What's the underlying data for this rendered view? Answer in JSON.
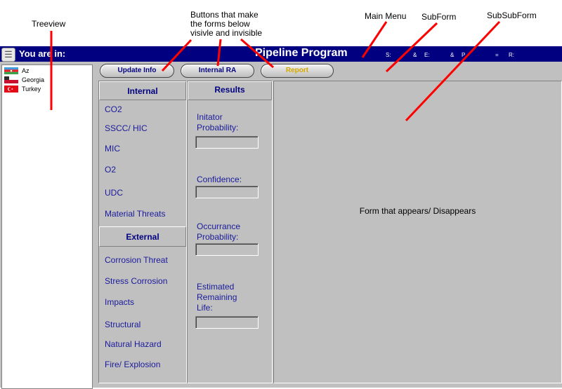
{
  "annotations": {
    "treeview": "Treeview",
    "buttons_line1": "Buttons that make",
    "buttons_line2": "the forms below",
    "buttons_line3": "visivle and invisible",
    "main_menu": "Main Menu",
    "subform": "SubForm",
    "subsubform": "SubSubForm"
  },
  "title_bar": {
    "you_are_in": "You are in:",
    "title": "Pipeline Program",
    "status": [
      "S:",
      "&",
      "E:",
      "&",
      "P",
      "=",
      "R:"
    ]
  },
  "treeview": {
    "items": [
      {
        "label": "Az",
        "flag": "azerbaijan-flag"
      },
      {
        "label": "Georgia",
        "flag": "georgia-flag"
      },
      {
        "label": "Turkey",
        "flag": "turkey-flag"
      }
    ]
  },
  "toolbar": {
    "update_info": "Update Info",
    "internal_ra": "Internal RA",
    "report": "Report"
  },
  "internal": {
    "header": "Internal",
    "items": [
      "CO2",
      "SSCC/ HIC",
      "MIC",
      "O2",
      "UDC",
      "Material Threats"
    ]
  },
  "external": {
    "header": "External",
    "items": [
      "Corrosion Threat",
      "Stress Corrosion",
      "Impacts",
      "Structural",
      "Natural Hazard",
      "Fire/ Explosion"
    ]
  },
  "results": {
    "header": "Results",
    "initiator_line1": "Initator",
    "initiator_line2": "Probability:",
    "confidence": "Confidence:",
    "occurrence_line1": "Occurrance",
    "occurrence_line2": "Probability:",
    "remaining_line1": "Estimated",
    "remaining_line2": "Remaining",
    "remaining_line3": "Life:"
  },
  "subsubform": {
    "message": "Form that appears/ Disappears"
  },
  "colors": {
    "title_bar": "#000080",
    "window_bg": "#c0c0c0",
    "label_blue": "#1a1a9c",
    "report_text": "#d4a800",
    "annotation_line": "#ff0000"
  }
}
